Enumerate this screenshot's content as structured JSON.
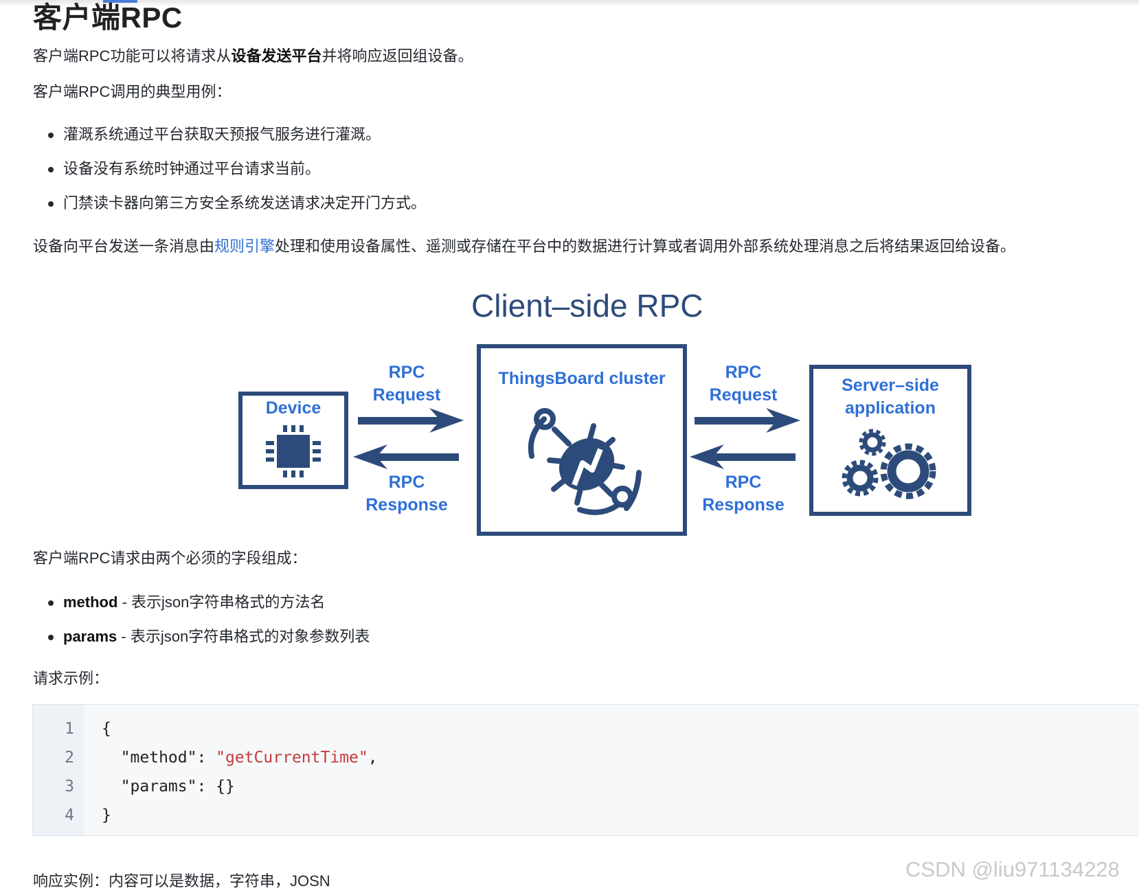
{
  "heading": "客户端RPC",
  "intro": {
    "before": "客户端RPC功能可以将请求从",
    "bold": "设备发送平台",
    "after": "并将响应返回组设备。"
  },
  "use_cases_label": "客户端RPC调用的典型用例：",
  "use_cases": [
    "灌溉系统通过平台获取天预报气服务进行灌溉。",
    "设备没有系统时钟通过平台请求当前。",
    "门禁读卡器向第三方安全系统发送请求决定开门方式。"
  ],
  "rule_paragraph": {
    "before": "设备向平台发送一条消息由",
    "link": "规则引擎",
    "after": "处理和使用设备属性、遥测或存储在平台中的数据进行计算或者调用外部系统处理消息之后将结果返回给设备。"
  },
  "diagram": {
    "title": "Client–side RPC",
    "device_label": "Device",
    "cluster_label": "ThingsBoard cluster",
    "server_label_line1": "Server–side",
    "server_label_line2": "application",
    "left_request_1": "RPC",
    "left_request_2": "Request",
    "left_response_1": "RPC",
    "left_response_2": "Response",
    "right_request_1": "RPC",
    "right_request_2": "Request",
    "right_response_1": "RPC",
    "right_response_2": "Response",
    "colors": {
      "box": "#2d4b7a",
      "label": "#2f6fd6"
    },
    "icons": [
      "chip-icon",
      "thingsboard-bug-icon",
      "gears-icon"
    ]
  },
  "fields_label": "客户端RPC请求由两个必须的字段组成：",
  "fields": [
    {
      "name": "method",
      "desc": " - 表示json字符串格式的方法名"
    },
    {
      "name": "params",
      "desc": " - 表示json字符串格式的对象参数列表"
    }
  ],
  "example_label": "请求示例：",
  "code": {
    "line_numbers": [
      "1",
      "2",
      "3",
      "4"
    ],
    "line1": "{",
    "line2_key": "  \"method\": ",
    "line2_value": "\"getCurrentTime\"",
    "line2_tail": ",",
    "line3": "  \"params\": {}",
    "line4": "}"
  },
  "response_label": "响应实例：内容可以是数据，字符串，JOSN",
  "watermark": "CSDN @liu971134228"
}
